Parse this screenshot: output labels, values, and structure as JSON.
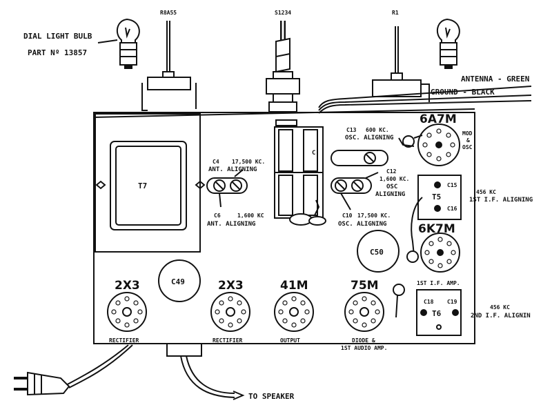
{
  "labels": {
    "dial_light_bulb": "DIAL LIGHT BULB",
    "part_no": "PART Nº 13857",
    "r8a55": "R8A55",
    "s1234": "S1234",
    "r1": "R1",
    "antenna": "ANTENNA - GREEN",
    "ground": "GROUND - BLACK",
    "t7": "T7",
    "c4": "C4",
    "c4_freq": "17,500 KC.",
    "c4_desc": "ANT. ALIGNING",
    "c6": "C6",
    "c6_freq": "1,600 KC",
    "c6_desc": "ANT. ALIGNING",
    "c13": "C13",
    "c13_freq": "600 KC.",
    "c13_desc": "OSC. ALIGNING",
    "c12": "C12",
    "c12_freq": "1,600 KC.",
    "c12_desc1": "OSC",
    "c12_desc2": "ALIGNING",
    "c10": "C10",
    "c10_freq": "17,500 KC.",
    "c10_desc": "OSC. ALIGNING",
    "gang_cap": "C",
    "tube_6a7m": "6A7M",
    "mod_osc_1": "MOD",
    "mod_osc_2": "&",
    "mod_osc_3": "OSC",
    "t5": "T5",
    "c15": "C15",
    "c16": "C16",
    "if1_freq": "456 KC",
    "if1_desc": "1ST I.F. ALIGNING",
    "tube_6k7m": "6K7M",
    "if_amp": "1ST I.F. AMP.",
    "c50": "C50",
    "c49": "C49",
    "tube_2x3_a": "2X3",
    "tube_2x3_b": "2X3",
    "tube_41m": "41M",
    "tube_75m": "75M",
    "rectifier_a": "RECTIFIER",
    "rectifier_b": "RECTIFIER",
    "output": "OUTPUT",
    "diode_1": "DIODE &",
    "diode_2": "1ST AUDIO AMP.",
    "t6": "T6",
    "c18": "C18",
    "c19": "C19",
    "if2_freq": "456 KC",
    "if2_desc": "2ND I.F. ALIGNIN",
    "to_speaker": "TO SPEAKER"
  },
  "colors": {
    "ink": "#111111",
    "paper": "#ffffff"
  }
}
